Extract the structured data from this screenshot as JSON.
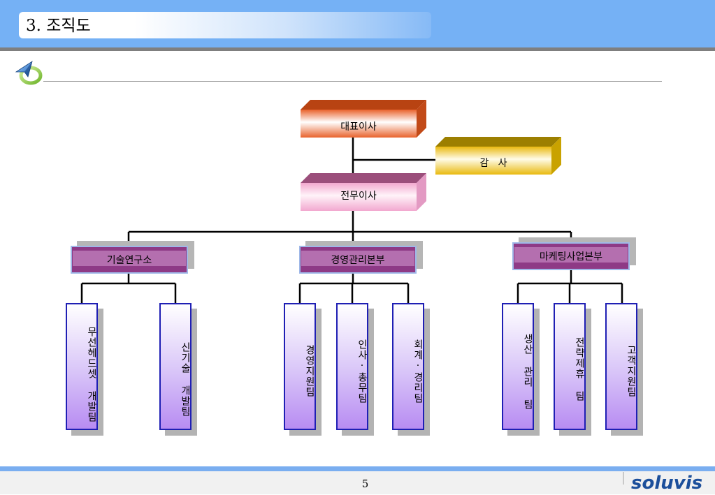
{
  "header": {
    "title": "3. 조직도"
  },
  "org": {
    "ceo": "대표이사",
    "auditor": "감   사",
    "director": "전무이사",
    "divisions": [
      {
        "name": "기술연구소",
        "teams": [
          "무선헤드셋 개발팀",
          "신기술 개발팀"
        ]
      },
      {
        "name": "경영관리본부",
        "teams": [
          "경영지원팀",
          "인사·총무팀",
          "회계·경리팀"
        ]
      },
      {
        "name": "마케팅사업본부",
        "teams": [
          "생산 관리 팀",
          "전략제휴 팀",
          "고객지원팀"
        ]
      }
    ]
  },
  "footer": {
    "page_number": "5",
    "logo": "soluvis"
  },
  "colors": {
    "header_blue": "#75b1f5",
    "ceo_orange": "#e8602a",
    "auditor_yellow": "#e9b90f",
    "director_pink": "#f2b0d4",
    "division_purple": "#a04a98",
    "team_violet": "#c49af5",
    "team_border": "#1f1fb4",
    "logo_blue": "#1c4f9b"
  },
  "icons": {
    "bullet": "arrow-swirl-icon"
  }
}
